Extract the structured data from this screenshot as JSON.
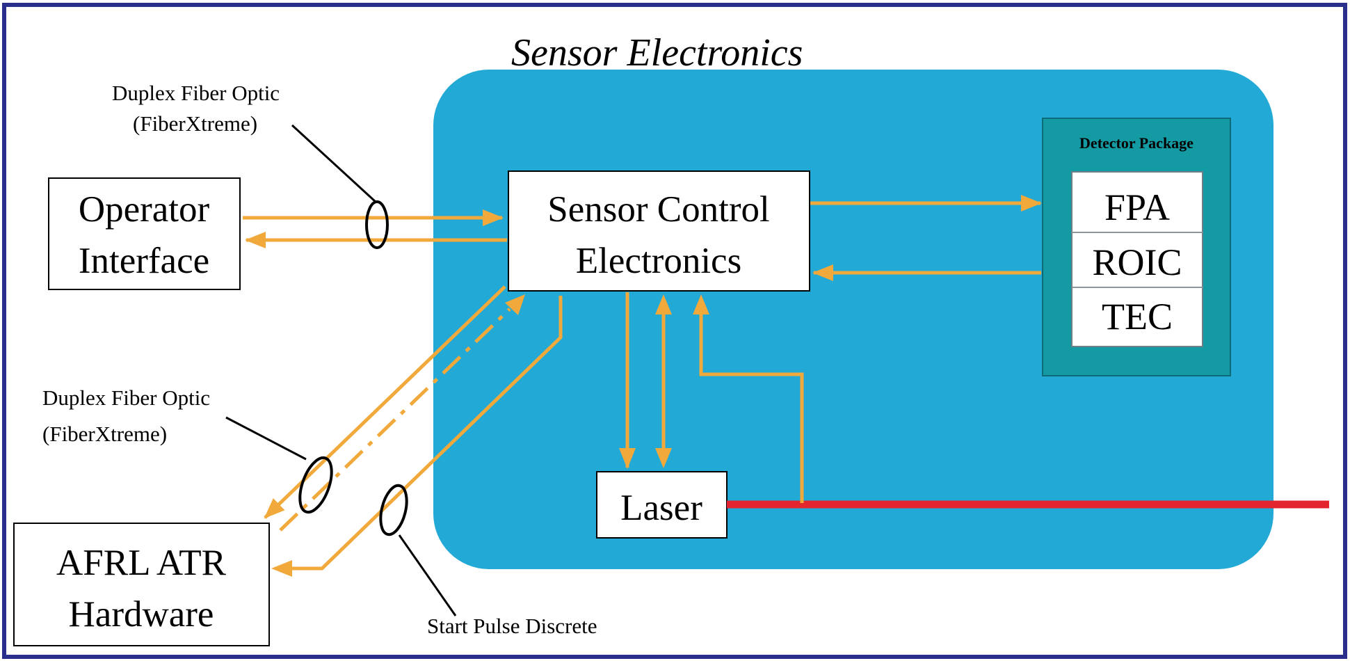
{
  "title": "Sensor Electronics",
  "boxes": {
    "operator_interface": [
      "Operator",
      "Interface"
    ],
    "sensor_control": [
      "Sensor Control",
      "Electronics"
    ],
    "afrl_atr": [
      "AFRL ATR",
      "Hardware"
    ],
    "laser": "Laser"
  },
  "detector_package": {
    "title": "Detector Package",
    "layers": [
      "FPA",
      "ROIC",
      "TEC"
    ]
  },
  "labels": {
    "fiber_top": [
      "Duplex Fiber Optic",
      "(FiberXtreme)"
    ],
    "fiber_bottom": [
      "Duplex Fiber Optic",
      "(FiberXtreme)"
    ],
    "start_pulse": "Start Pulse Discrete"
  },
  "colors": {
    "frame": "#2b2f8c",
    "electronics_fill": "#22a9d6",
    "package_fill": "#139aa3",
    "signal": "#f2a93b",
    "laser_beam": "#e3262d"
  }
}
